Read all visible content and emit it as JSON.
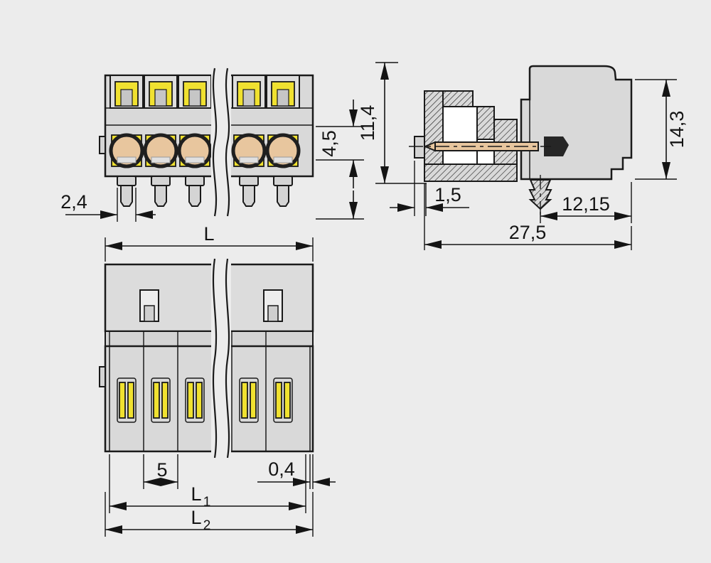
{
  "title": "Connector dimensional drawing",
  "colors": {
    "background": "#ececec",
    "body_gray": "#d9d9d9",
    "accent_yellow": "#f0e130",
    "contact_tan": "#e8c69e",
    "line": "#1a1a1a"
  },
  "front_view": {
    "dim_pin_width": "2,4",
    "dim_pin_length": "4,5"
  },
  "side_view": {
    "dim_height_body": "11,4",
    "dim_height_mating": "14,3",
    "dim_face_offset": "1,5",
    "dim_latch_to_end": "12,15",
    "dim_total_depth": "27,5"
  },
  "top_view": {
    "dim_total_length": "L",
    "dim_pitch": "5",
    "dim_wall": "0,4",
    "dim_l1": {
      "base": "L",
      "sub": "1"
    },
    "dim_l2": {
      "base": "L",
      "sub": "2"
    }
  }
}
